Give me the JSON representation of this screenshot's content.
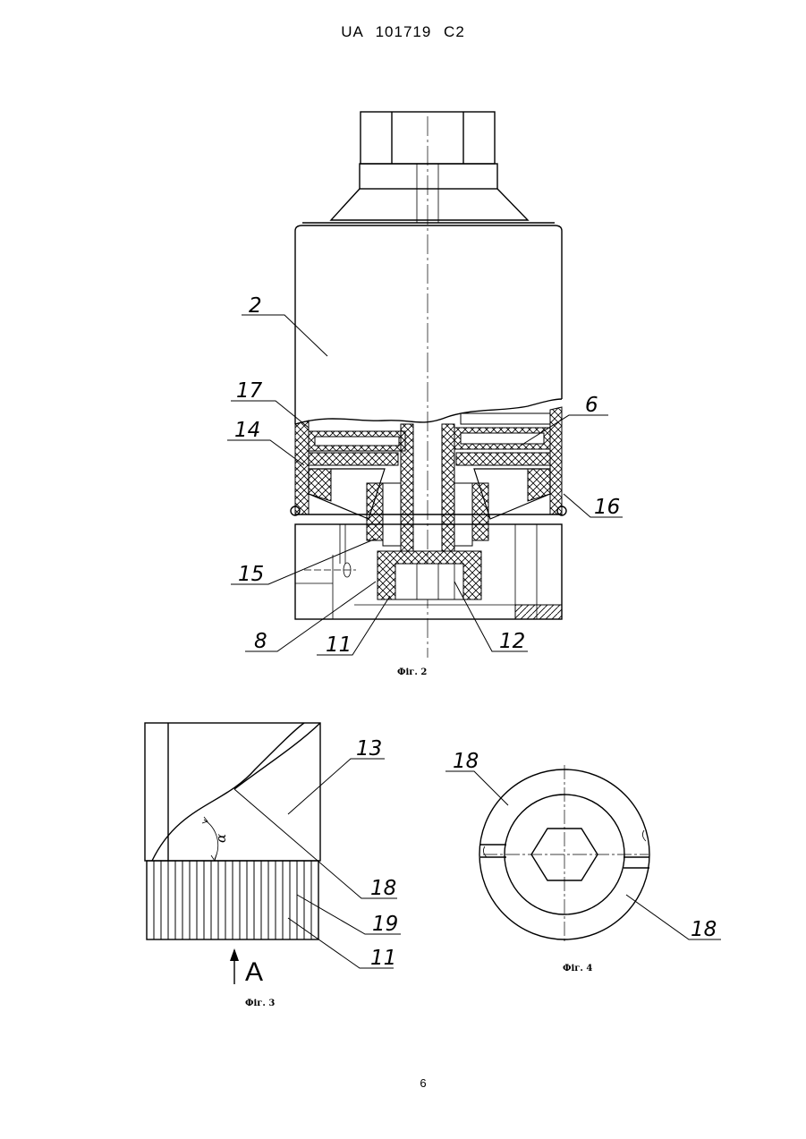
{
  "document": {
    "header": "UA 101719 C2",
    "page_number": "6"
  },
  "figures": [
    {
      "caption": "Фіг. 2",
      "labels": [
        "2",
        "17",
        "14",
        "6",
        "16",
        "15",
        "8",
        "11",
        "12"
      ]
    },
    {
      "caption": "Фіг. 3",
      "labels": [
        "13",
        "18",
        "19",
        "11",
        "A",
        "α"
      ]
    },
    {
      "caption": "Фіг. 4",
      "labels": [
        "18",
        "18"
      ]
    }
  ]
}
